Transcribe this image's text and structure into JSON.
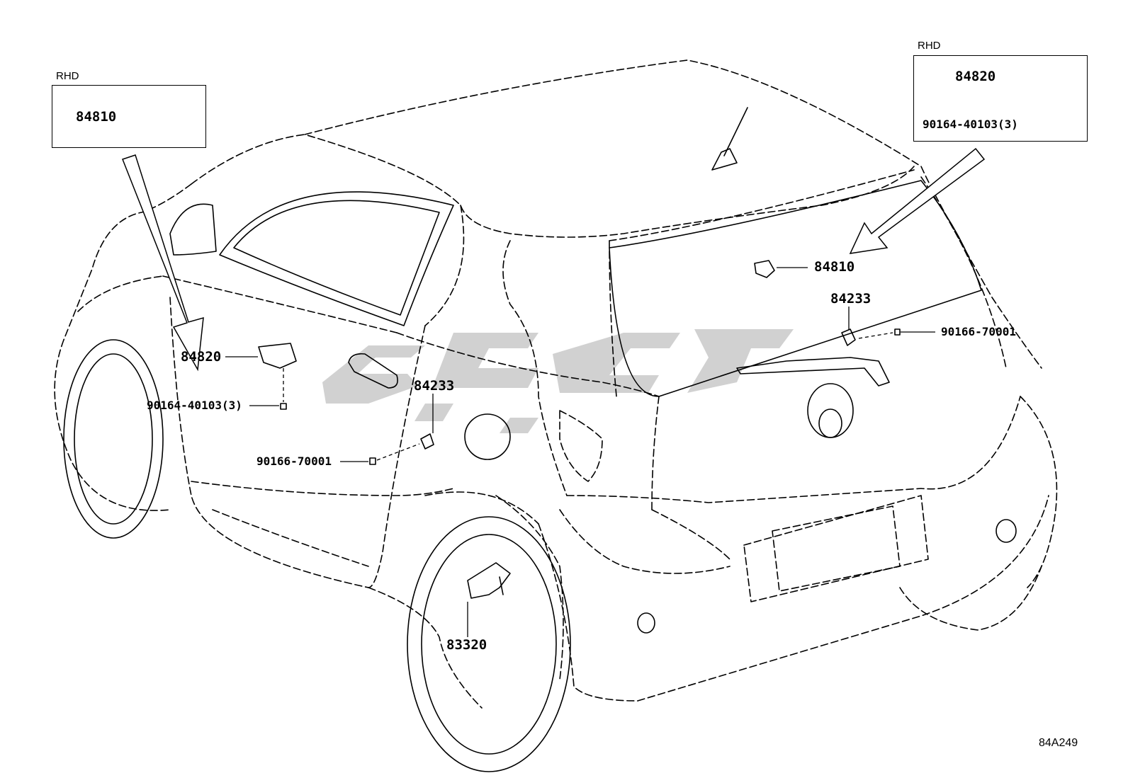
{
  "insets": {
    "left": {
      "heading": "RHD",
      "part": "84810"
    },
    "right": {
      "heading": "RHD",
      "part": "84820",
      "bolt": "90164-40103(3)"
    }
  },
  "callouts": {
    "door_switch": "84820",
    "door_switch_bolt": "90164-40103(3)",
    "door_sensor": "84233",
    "door_sensor_bolt": "90166-70001",
    "rear_switch": "84810",
    "rear_sensor": "84233",
    "rear_sensor_bolt": "90166-70001",
    "wheel_sensor": "83320"
  },
  "illustration_code": "84A249",
  "colors": {
    "line": "#000000",
    "watermark": "#c9c9c9",
    "arrow_fill": "#ffffff"
  }
}
